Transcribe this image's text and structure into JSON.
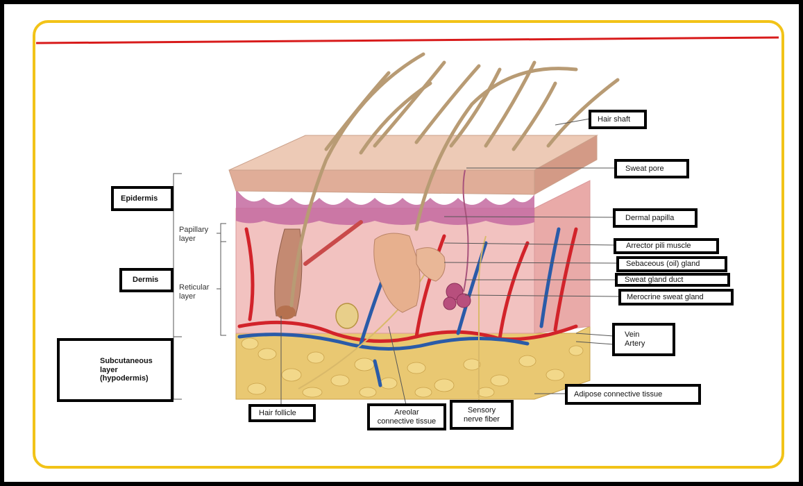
{
  "labels": {
    "epidermis": "Epidermis",
    "dermis": "Dermis",
    "subcutaneous": "Subcutaneous\nlayer\n(hypodermis)",
    "papillary": "Papillary\nlayer",
    "reticular": "Reticular\nlayer",
    "hair_shaft": "Hair shaft",
    "sweat_pore": "Sweat pore",
    "dermal_papilla": "Dermal papilla",
    "arrector_pili": "Arrector pili muscle",
    "sebaceous": "Sebaceous (oil) gland",
    "sweat_duct": "Sweat gland duct",
    "merocrine": "Merocrine sweat gland",
    "vein_artery": "Vein\nArtery",
    "adipose": "Adipose connective tissue",
    "hair_follicle": "Hair follicle",
    "areolar": "Areolar\nconnective tissue",
    "sensory": "Sensory\nnerve fiber"
  },
  "colors": {
    "frame": "#000000",
    "panel_border": "#f2c318",
    "title_line": "#d81b1b",
    "epidermis": "#e9b9a6",
    "dermis": "#f2c2c0",
    "papillary": "#c46aa0",
    "hypodermis": "#e9c872",
    "hair": "#b89b74",
    "artery": "#d2232a",
    "vein": "#2a5ba8"
  }
}
